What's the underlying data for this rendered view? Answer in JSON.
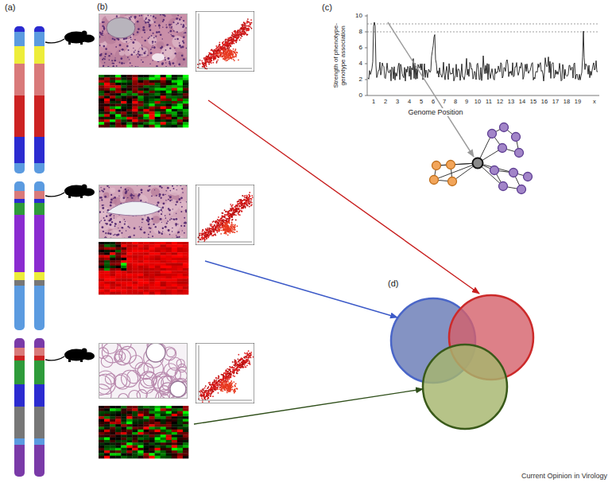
{
  "diagram": {
    "labels": [
      "(a)",
      "(b)",
      "(c)",
      "10",
      "8",
      "6",
      "4",
      "2",
      "0",
      "Strength of phenotype-genotype association",
      "1",
      "2",
      "3",
      "4",
      "5",
      "6",
      "7",
      "8",
      "9",
      "10",
      "11",
      "12",
      "13",
      "14",
      "15",
      "16",
      "17",
      "18",
      "19",
      "x",
      "Genome Position",
      "(d)",
      "Current Opinion in Virology"
    ]
  }
}
